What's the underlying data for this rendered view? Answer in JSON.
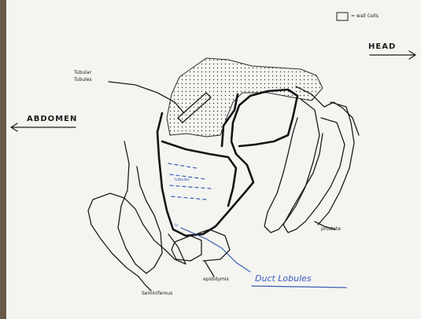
{
  "legend": {
    "text": "= wall Cells"
  },
  "directions": {
    "head": "HEAD",
    "abdomen": "ABDOMEN"
  },
  "labels": {
    "tubular_tubules": "Tubular\nTubules",
    "duct_lobules": "Duct Lobules",
    "bottom_left": "Seminiferous",
    "bottom_mid": "epididymis",
    "right_lower": "prostate",
    "blue_inner": "tubules",
    "blue_small": "lu"
  },
  "colors": {
    "ink": "#1d1d1d",
    "blue_ink": "#3b5fb0",
    "paper": "#f4f4f1"
  }
}
